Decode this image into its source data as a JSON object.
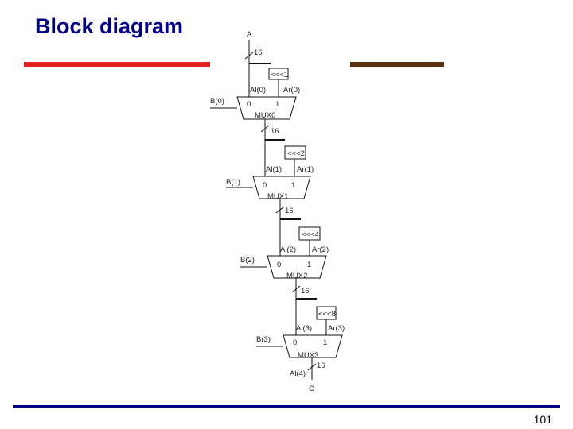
{
  "slide": {
    "title": "Block diagram",
    "page_number": "101"
  },
  "diagram": {
    "input_a": "A",
    "output_c": "C",
    "bus_width": "16",
    "stages": [
      {
        "shift": "<<<1",
        "al": "Al(0)",
        "ar": "Ar(0)",
        "sel": "B(0)",
        "in0": "0",
        "in1": "1",
        "mux": "MUX0",
        "width": "16"
      },
      {
        "shift": "<<<2",
        "al": "Al(1)",
        "ar": "Ar(1)",
        "sel": "B(1)",
        "in0": "0",
        "in1": "1",
        "mux": "MUX1",
        "width": "16"
      },
      {
        "shift": "<<<4",
        "al": "Al(2)",
        "ar": "Ar(2)",
        "sel": "B(2)",
        "in0": "0",
        "in1": "1",
        "mux": "MUX2",
        "width": "16"
      },
      {
        "shift": "<<<8",
        "al": "Al(3)",
        "ar": "Ar(3)",
        "sel": "B(3)",
        "in0": "0",
        "in1": "1",
        "mux": "MUX3",
        "width": "16"
      }
    ],
    "final_label": "Al(4)"
  },
  "colors": {
    "title": "#000080",
    "red_bar": "#e32222",
    "brown_bar": "#5a3110",
    "rule": "#000080"
  }
}
